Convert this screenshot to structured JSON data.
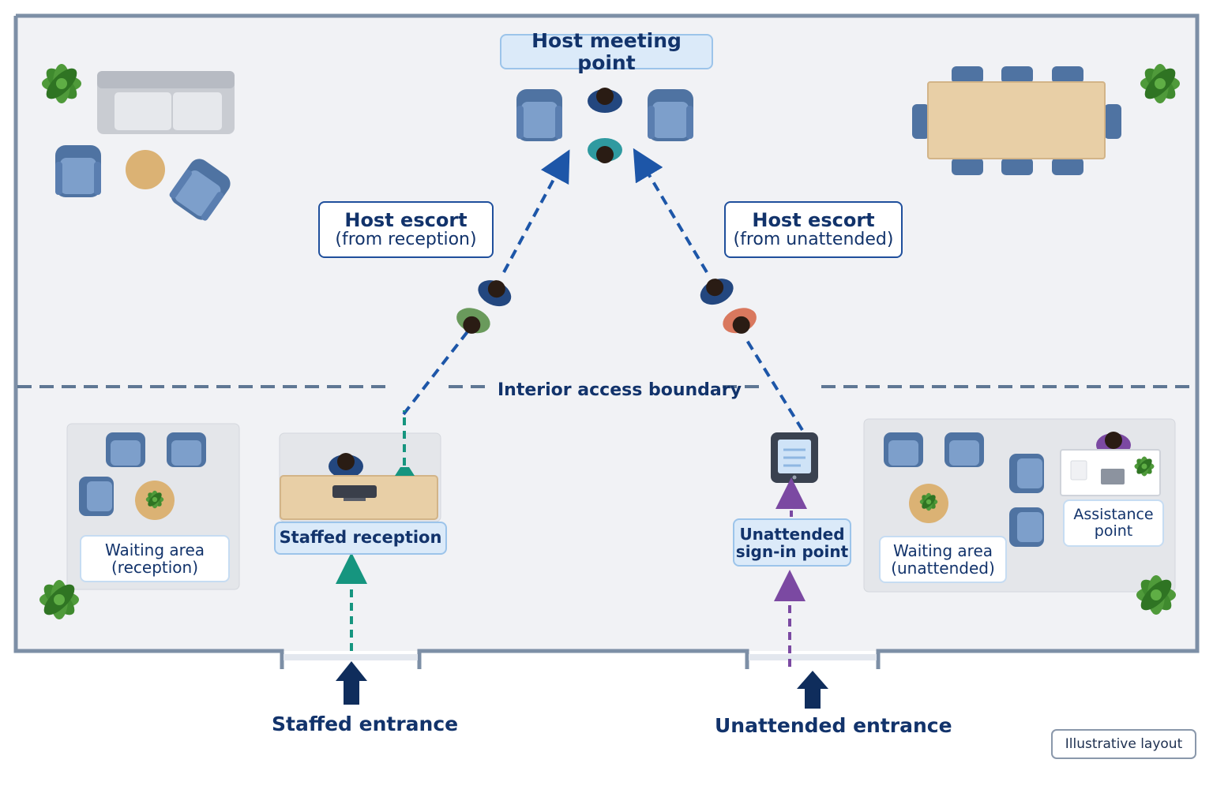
{
  "labels": {
    "host_meeting_point": "Host meeting point",
    "escort_reception_line1": "Host escort",
    "escort_reception_line2": "(from reception)",
    "escort_unattended_line1": "Host escort",
    "escort_unattended_line2": "(from unattended)",
    "boundary": "Interior access boundary",
    "waiting_reception_line1": "Waiting area",
    "waiting_reception_line2": "(reception)",
    "staffed_reception": "Staffed reception",
    "signin_line1": "Unattended",
    "signin_line2": "sign-in point",
    "waiting_unattended_line1": "Waiting area",
    "waiting_unattended_line2": "(unattended)",
    "assistance_line1": "Assistance",
    "assistance_line2": "point",
    "staffed_entrance": "Staffed entrance",
    "unattended_entrance": "Unattended entrance",
    "layout_note": "Illustrative layout"
  },
  "colors": {
    "wall": "#7d8fa6",
    "floor": "#f1f2f5",
    "chair": "#6b8fbc",
    "escort_path": "#1d56a8",
    "staffed_path": "#16957f",
    "unattended_path": "#7b49a2",
    "entrance_arrow": "#0f2d5c",
    "label_text": "#12336b",
    "plant": "#3f8a2e",
    "table_wood": "#e8cfa6"
  },
  "icons": {
    "sofa": "sofa-icon",
    "armchair": "armchair-icon",
    "plant": "plant-icon",
    "person": "person-icon",
    "desk": "reception-desk-icon",
    "tablet": "tablet-kiosk-icon",
    "table": "meeting-table-icon"
  }
}
